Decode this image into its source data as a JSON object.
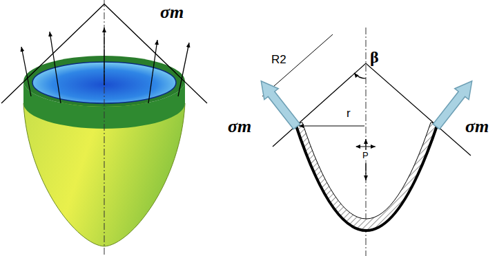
{
  "diagram": {
    "labels": [
      "σm",
      "β",
      "R2",
      "r",
      "σm",
      "σm",
      "P"
    ]
  }
}
